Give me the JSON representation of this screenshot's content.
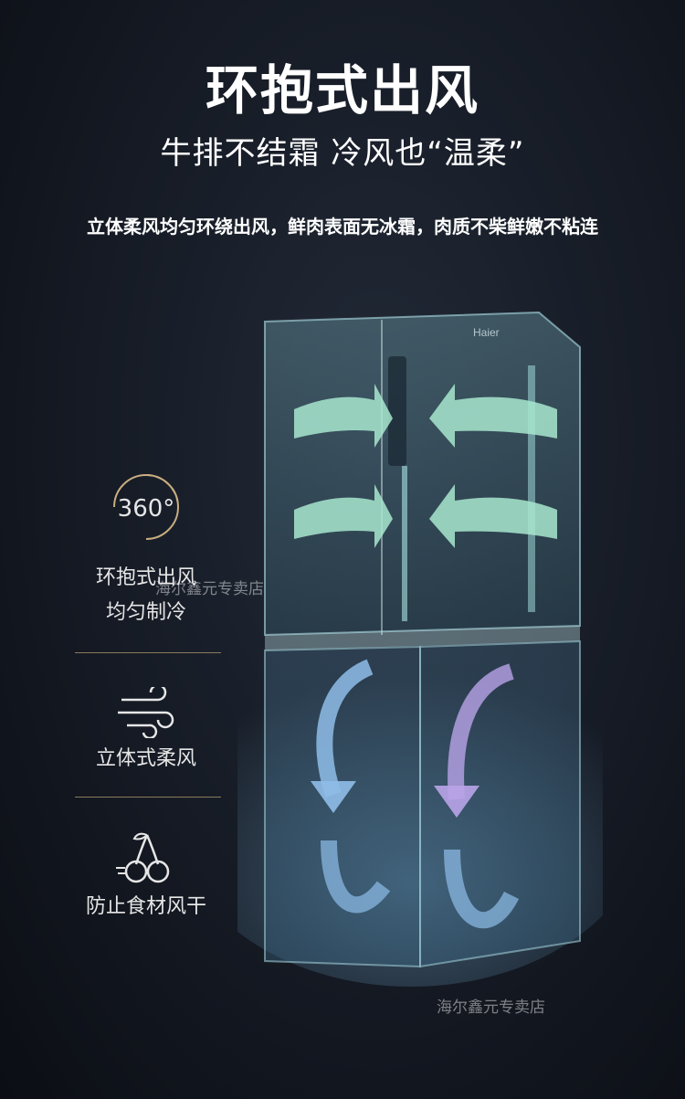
{
  "header": {
    "title": "环抱式出风",
    "subtitle": "牛排不结霜 冷风也“温柔”",
    "description": "立体柔风均匀环绕出风，鲜肉表面无冰霜，肉质不柴鲜嫩不粘连"
  },
  "fridge": {
    "brand": "Haier"
  },
  "features": [
    {
      "icon": "360-degree-icon",
      "icon_text": "360°",
      "lines": [
        "环抱式出风",
        "均匀制冷"
      ]
    },
    {
      "icon": "wind-icon",
      "lines": [
        "立体式柔风"
      ]
    },
    {
      "icon": "cherry-icon",
      "lines": [
        "防止食材风干"
      ]
    }
  ],
  "watermarks": [
    "海尔鑫元专卖店",
    "海尔鑫元专卖店"
  ],
  "colors": {
    "accent_gold": "#c8ad7f",
    "airflow_green": "#9fe0c8",
    "airflow_blue": "#8fbde8",
    "airflow_purple": "#b9a4e8"
  }
}
